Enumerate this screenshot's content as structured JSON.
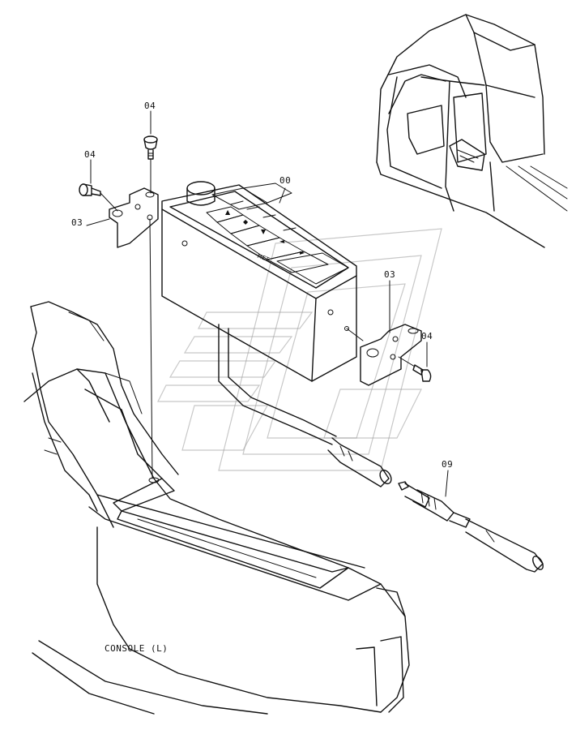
{
  "callouts": {
    "part_00": "00",
    "part_03_left": "03",
    "part_03_right": "03",
    "part_04_top": "04",
    "part_04_left": "04",
    "part_04_right": "04",
    "part_09": "09"
  },
  "panel_keys": [
    "▲",
    "◆",
    "▼",
    "◄",
    "►",
    "MET"
  ],
  "caption": "CONSOLE (L)"
}
